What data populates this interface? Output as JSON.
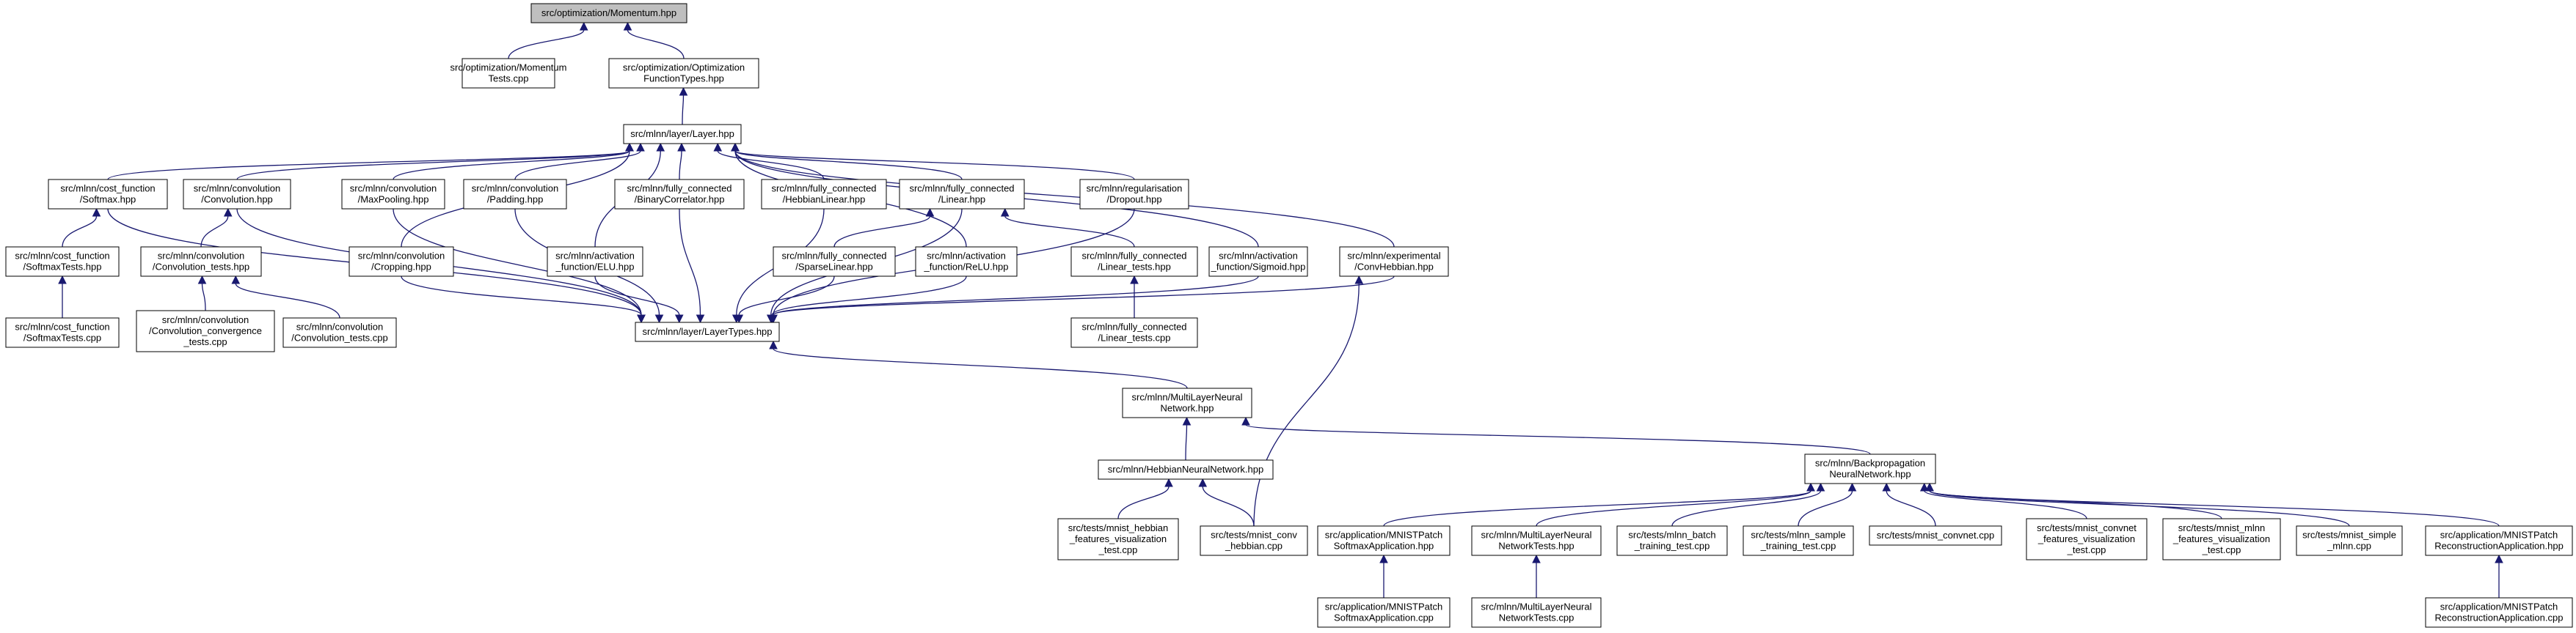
{
  "colors": {
    "edge": "#191970",
    "node_fill": "#ffffff",
    "root_fill": "#bfbfbf",
    "node_border": "#000000"
  },
  "nodes": [
    {
      "id": "momentum",
      "lines": [
        "src/optimization/Momentum.hpp"
      ],
      "root": true
    },
    {
      "id": "momentum_tests",
      "lines": [
        "src/optimization/Momentum",
        "Tests.cpp"
      ]
    },
    {
      "id": "opt_types",
      "lines": [
        "src/optimization/Optimization",
        "FunctionTypes.hpp"
      ]
    },
    {
      "id": "layer",
      "lines": [
        "src/mlnn/layer/Layer.hpp"
      ]
    },
    {
      "id": "softmax",
      "lines": [
        "src/mlnn/cost_function",
        "/Softmax.hpp"
      ]
    },
    {
      "id": "convolution",
      "lines": [
        "src/mlnn/convolution",
        "/Convolution.hpp"
      ]
    },
    {
      "id": "maxpooling",
      "lines": [
        "src/mlnn/convolution",
        "/MaxPooling.hpp"
      ]
    },
    {
      "id": "padding",
      "lines": [
        "src/mlnn/convolution",
        "/Padding.hpp"
      ]
    },
    {
      "id": "binarycorr",
      "lines": [
        "src/mlnn/fully_connected",
        "/BinaryCorrelator.hpp"
      ]
    },
    {
      "id": "hebbianlinear",
      "lines": [
        "src/mlnn/fully_connected",
        "/HebbianLinear.hpp"
      ]
    },
    {
      "id": "linear",
      "lines": [
        "src/mlnn/fully_connected",
        "/Linear.hpp"
      ]
    },
    {
      "id": "dropout",
      "lines": [
        "src/mlnn/regularisation",
        "/Dropout.hpp"
      ]
    },
    {
      "id": "softmaxtests_hpp",
      "lines": [
        "src/mlnn/cost_function",
        "/SoftmaxTests.hpp"
      ]
    },
    {
      "id": "conv_tests_hpp",
      "lines": [
        "src/mlnn/convolution",
        "/Convolution_tests.hpp"
      ]
    },
    {
      "id": "cropping",
      "lines": [
        "src/mlnn/convolution",
        "/Cropping.hpp"
      ]
    },
    {
      "id": "elu",
      "lines": [
        "src/mlnn/activation",
        "_function/ELU.hpp"
      ]
    },
    {
      "id": "sparselinear",
      "lines": [
        "src/mlnn/fully_connected",
        "/SparseLinear.hpp"
      ]
    },
    {
      "id": "relu",
      "lines": [
        "src/mlnn/activation",
        "_function/ReLU.hpp"
      ]
    },
    {
      "id": "linear_tests_hpp",
      "lines": [
        "src/mlnn/fully_connected",
        "/Linear_tests.hpp"
      ]
    },
    {
      "id": "sigmoid",
      "lines": [
        "src/mlnn/activation",
        "_function/Sigmoid.hpp"
      ]
    },
    {
      "id": "convhebbian",
      "lines": [
        "src/mlnn/experimental",
        "/ConvHebbian.hpp"
      ]
    },
    {
      "id": "softmaxtests_cpp",
      "lines": [
        "src/mlnn/cost_function",
        "/SoftmaxTests.cpp"
      ]
    },
    {
      "id": "conv_conv_tests",
      "lines": [
        "src/mlnn/convolution",
        "/Convolution_convergence",
        "_tests.cpp"
      ]
    },
    {
      "id": "conv_tests_cpp",
      "lines": [
        "src/mlnn/convolution",
        "/Convolution_tests.cpp"
      ]
    },
    {
      "id": "layertypes",
      "lines": [
        "src/mlnn/layer/LayerTypes.hpp"
      ]
    },
    {
      "id": "linear_tests_cpp",
      "lines": [
        "src/mlnn/fully_connected",
        "/Linear_tests.cpp"
      ]
    },
    {
      "id": "multilayer",
      "lines": [
        "src/mlnn/MultiLayerNeural",
        "Network.hpp"
      ]
    },
    {
      "id": "hebbiannn",
      "lines": [
        "src/mlnn/HebbianNeuralNetwork.hpp"
      ]
    },
    {
      "id": "backprop",
      "lines": [
        "src/mlnn/Backpropagation",
        "NeuralNetwork.hpp"
      ]
    },
    {
      "id": "mnist_hebbian_feat",
      "lines": [
        "src/tests/mnist_hebbian",
        "_features_visualization",
        "_test.cpp"
      ]
    },
    {
      "id": "mnist_conv_hebbian",
      "lines": [
        "src/tests/mnist_conv",
        "_hebbian.cpp"
      ]
    },
    {
      "id": "mnist_patch_softmax_hpp",
      "lines": [
        "src/application/MNISTPatch",
        "SoftmaxApplication.hpp"
      ]
    },
    {
      "id": "mlnn_tests_hpp",
      "lines": [
        "src/mlnn/MultiLayerNeural",
        "NetworkTests.hpp"
      ]
    },
    {
      "id": "mlnn_batch",
      "lines": [
        "src/tests/mlnn_batch",
        "_training_test.cpp"
      ]
    },
    {
      "id": "mlnn_sample",
      "lines": [
        "src/tests/mlnn_sample",
        "_training_test.cpp"
      ]
    },
    {
      "id": "mnist_convnet",
      "lines": [
        "src/tests/mnist_convnet.cpp"
      ]
    },
    {
      "id": "mnist_convnet_feat",
      "lines": [
        "src/tests/mnist_convnet",
        "_features_visualization",
        "_test.cpp"
      ]
    },
    {
      "id": "mnist_mlnn_feat",
      "lines": [
        "src/tests/mnist_mlnn",
        "_features_visualization",
        "_test.cpp"
      ]
    },
    {
      "id": "mnist_simple",
      "lines": [
        "src/tests/mnist_simple",
        "_mlnn.cpp"
      ]
    },
    {
      "id": "mnist_patch_recon_hpp",
      "lines": [
        "src/application/MNISTPatch",
        "ReconstructionApplication.hpp"
      ]
    },
    {
      "id": "mnist_patch_softmax_cpp",
      "lines": [
        "src/application/MNISTPatch",
        "SoftmaxApplication.cpp"
      ]
    },
    {
      "id": "mlnn_tests_cpp",
      "lines": [
        "src/mlnn/MultiLayerNeural",
        "NetworkTests.cpp"
      ]
    },
    {
      "id": "mnist_patch_recon_cpp",
      "lines": [
        "src/application/MNISTPatch",
        "ReconstructionApplication.cpp"
      ]
    }
  ],
  "edges": [
    [
      "momentum_tests",
      "momentum"
    ],
    [
      "opt_types",
      "momentum"
    ],
    [
      "layer",
      "opt_types"
    ],
    [
      "softmax",
      "layer"
    ],
    [
      "convolution",
      "layer"
    ],
    [
      "maxpooling",
      "layer"
    ],
    [
      "padding",
      "layer"
    ],
    [
      "binarycorr",
      "layer"
    ],
    [
      "hebbianlinear",
      "layer"
    ],
    [
      "linear",
      "layer"
    ],
    [
      "dropout",
      "layer"
    ],
    [
      "cropping",
      "layer"
    ],
    [
      "elu",
      "layer"
    ],
    [
      "relu",
      "layer"
    ],
    [
      "sigmoid",
      "layer"
    ],
    [
      "convhebbian",
      "layer"
    ],
    [
      "softmaxtests_hpp",
      "softmax"
    ],
    [
      "softmaxtests_cpp",
      "softmaxtests_hpp"
    ],
    [
      "conv_tests_hpp",
      "convolution"
    ],
    [
      "conv_conv_tests",
      "conv_tests_hpp"
    ],
    [
      "conv_tests_cpp",
      "conv_tests_hpp"
    ],
    [
      "sparselinear",
      "linear"
    ],
    [
      "linear_tests_hpp",
      "linear"
    ],
    [
      "linear_tests_cpp",
      "linear_tests_hpp"
    ],
    [
      "softmax",
      "layertypes"
    ],
    [
      "convolution",
      "layertypes"
    ],
    [
      "maxpooling",
      "layertypes"
    ],
    [
      "padding",
      "layertypes"
    ],
    [
      "binarycorr",
      "layertypes"
    ],
    [
      "hebbianlinear",
      "layertypes"
    ],
    [
      "linear",
      "layertypes"
    ],
    [
      "dropout",
      "layertypes"
    ],
    [
      "cropping",
      "layertypes"
    ],
    [
      "elu",
      "layertypes"
    ],
    [
      "sparselinear",
      "layertypes"
    ],
    [
      "relu",
      "layertypes"
    ],
    [
      "sigmoid",
      "layertypes"
    ],
    [
      "convhebbian",
      "layertypes"
    ],
    [
      "multilayer",
      "layertypes"
    ],
    [
      "hebbiannn",
      "multilayer"
    ],
    [
      "backprop",
      "multilayer"
    ],
    [
      "mnist_hebbian_feat",
      "hebbiannn"
    ],
    [
      "mnist_conv_hebbian",
      "hebbiannn"
    ],
    [
      "mnist_conv_hebbian",
      "convhebbian"
    ],
    [
      "mnist_patch_softmax_hpp",
      "backprop"
    ],
    [
      "mlnn_tests_hpp",
      "backprop"
    ],
    [
      "mlnn_batch",
      "backprop"
    ],
    [
      "mlnn_sample",
      "backprop"
    ],
    [
      "mnist_convnet",
      "backprop"
    ],
    [
      "mnist_convnet_feat",
      "backprop"
    ],
    [
      "mnist_mlnn_feat",
      "backprop"
    ],
    [
      "mnist_simple",
      "backprop"
    ],
    [
      "mnist_patch_recon_hpp",
      "backprop"
    ],
    [
      "mnist_patch_softmax_cpp",
      "mnist_patch_softmax_hpp"
    ],
    [
      "mlnn_tests_cpp",
      "mlnn_tests_hpp"
    ],
    [
      "mnist_patch_recon_cpp",
      "mnist_patch_recon_hpp"
    ]
  ]
}
